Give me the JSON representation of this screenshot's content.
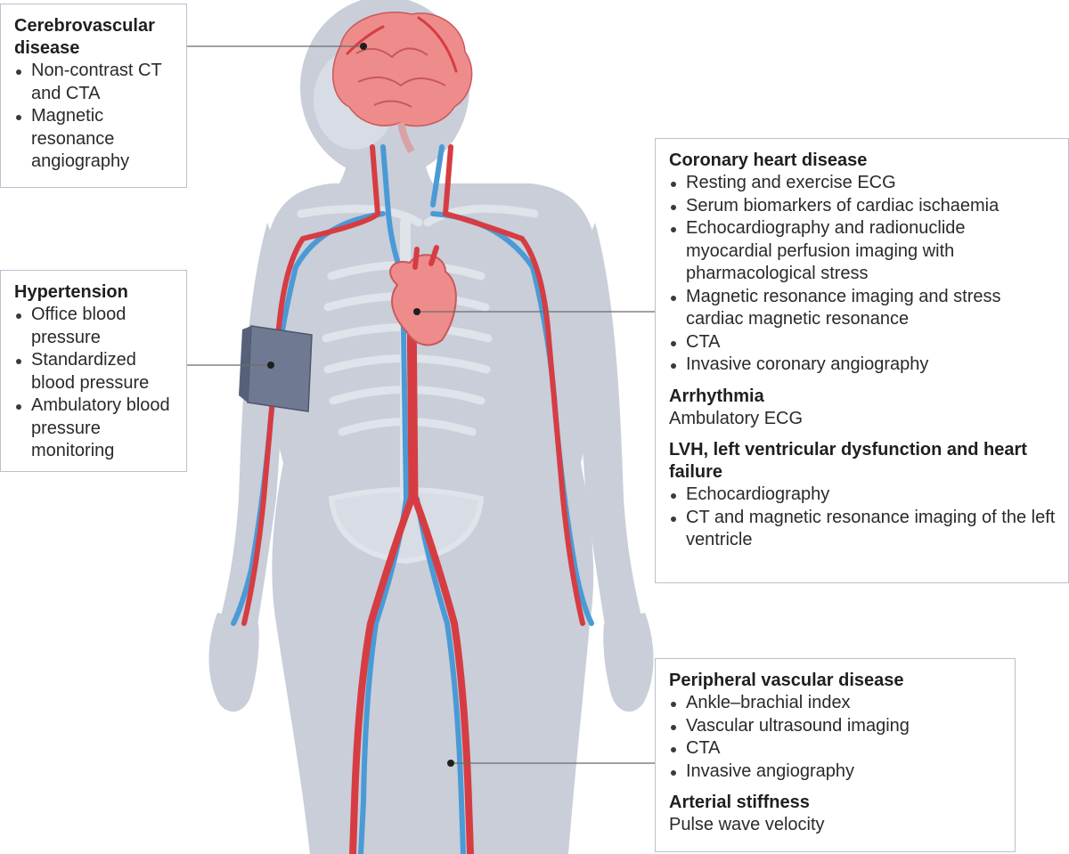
{
  "cerebrovascular": {
    "title": "Cerebrovascular disease",
    "items": [
      "Non-contrast CT and CTA",
      "Magnetic resonance angiography"
    ]
  },
  "hypertension": {
    "title": "Hypertension",
    "items": [
      "Office blood pressure",
      "Standardized blood pressure",
      "Ambulatory blood pressure monitoring"
    ]
  },
  "coronary": {
    "title": "Coronary heart disease",
    "items": [
      "Resting and exercise ECG",
      "Serum biomarkers of cardiac ischaemia",
      "Echocardiography and radionuclide myocardial perfusion imaging with pharmacological stress",
      "Magnetic resonance imaging and stress cardiac magnetic resonance",
      "CTA",
      "Invasive coronary angiography"
    ]
  },
  "arrhythmia": {
    "title": "Arrhythmia",
    "text": "Ambulatory ECG"
  },
  "lvh": {
    "title": "LVH, left ventricular dysfunction and heart failure",
    "items": [
      "Echocardiography",
      "CT and magnetic resonance imaging of the left ventricle"
    ]
  },
  "peripheral": {
    "title": "Peripheral vascular disease",
    "items": [
      "Ankle–brachial index",
      "Vascular ultrasound imaging",
      "CTA",
      "Invasive angiography"
    ]
  },
  "arterial_stiffness": {
    "title": "Arterial stiffness",
    "text": "Pulse wave velocity"
  },
  "colors": {
    "body": "#c9ced9",
    "skeleton": "#dfe3ea",
    "artery": "#d63d42",
    "vein": "#4a9ad6",
    "organ": "#ee8c8b",
    "cuff": "#6f7a92",
    "connector": "#6b6b6b",
    "box_border": "#b9c1cf"
  }
}
